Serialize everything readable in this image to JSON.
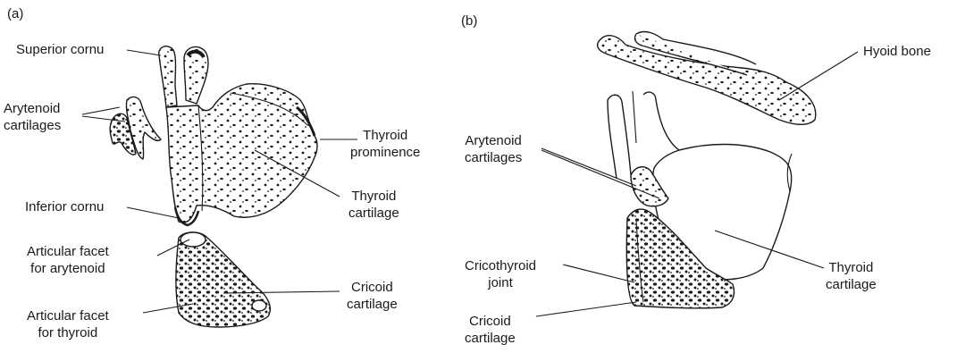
{
  "panel_a": {
    "tag": "(a)",
    "labels": {
      "superior_cornu": "Superior cornu",
      "arytenoid_1": "Arytenoid",
      "arytenoid_2": "cartilages",
      "thyroid_prom_1": "Thyroid",
      "thyroid_prom_2": "prominence",
      "thyroid_cart_1": "Thyroid",
      "thyroid_cart_2": "cartilage",
      "inferior_cornu": "Inferior cornu",
      "facet_ary_1": "Articular facet",
      "facet_ary_2": "for arytenoid",
      "facet_thy_1": "Articular facet",
      "facet_thy_2": "for thyroid",
      "cricoid_1": "Cricoid",
      "cricoid_2": "cartilage"
    }
  },
  "panel_b": {
    "tag": "(b)",
    "labels": {
      "hyoid": "Hyoid bone",
      "arytenoid_1": "Arytenoid",
      "arytenoid_2": "cartilages",
      "cricothyroid_1": "Cricothyroid",
      "cricothyroid_2": "joint",
      "thyroid_cart_1": "Thyroid",
      "thyroid_cart_2": "cartilage",
      "cricoid_1": "Cricoid",
      "cricoid_2": "cartilage"
    }
  },
  "colors": {
    "ink": "#1a1a1a",
    "background": "#ffffff"
  }
}
